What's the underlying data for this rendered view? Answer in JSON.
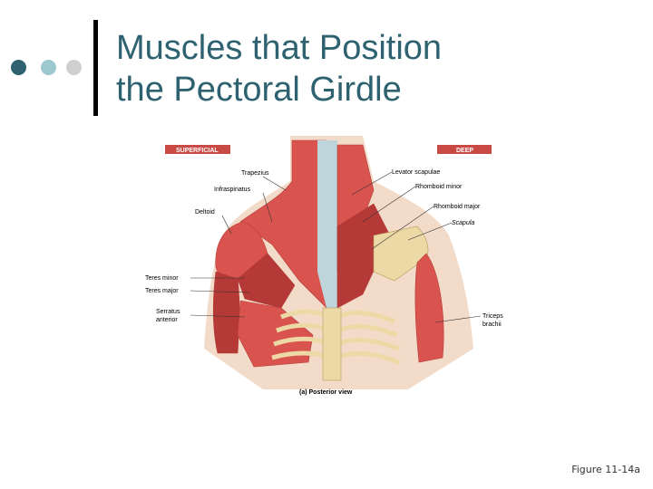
{
  "colors": {
    "title": "#2e6270",
    "dot_dark": "#2e6270",
    "dot_mid": "#9cc8cf",
    "dot_light": "#cfcfcf",
    "muscle": "#d9544f",
    "muscle_dark": "#b53a37",
    "bone": "#ecd9a6",
    "tendon": "#bfd5dc",
    "skin": "#f3dbc9",
    "header_tab": "#c94a44"
  },
  "slide": {
    "title_line1": "Muscles that Position",
    "title_line2": "the Pectoral Girdle",
    "caption": "Figure 11-14a"
  },
  "figure": {
    "tab_superficial": "SUPERFICIAL",
    "tab_deep": "DEEP",
    "view_label": "(a) Posterior view",
    "labels_left": [
      "Trapezius",
      "Infraspinatus",
      "Deltoid",
      "Teres minor",
      "Teres major",
      "Serratus",
      "anterior"
    ],
    "labels_right": [
      "Levator scapulae",
      "Rhomboid minor",
      "Rhomboid major",
      "Scapula",
      "Triceps",
      "brachii"
    ]
  }
}
